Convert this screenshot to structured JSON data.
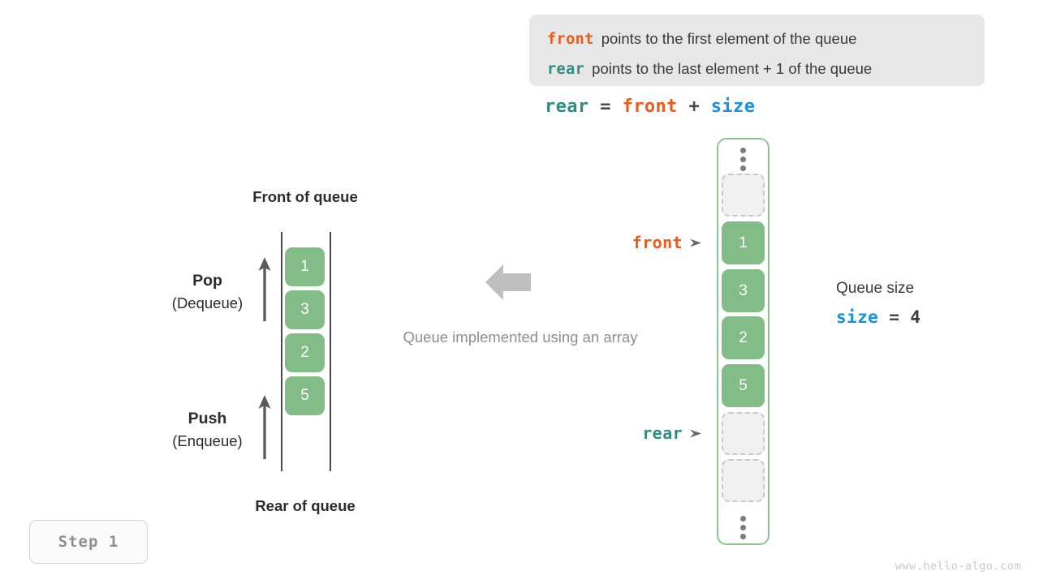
{
  "legend": {
    "lines": [
      {
        "keyword": "front",
        "keyword_color": "#ec5b18",
        "text": "points to the first element of the queue"
      },
      {
        "keyword": "rear",
        "keyword_color": "#2f8c83",
        "text": "points to the last element + 1 of the queue"
      }
    ]
  },
  "formula": {
    "lhs": "rear",
    "eq": "=",
    "rhs1": "front",
    "plus": "+",
    "rhs2": "size"
  },
  "left_queue": {
    "top_label": "Front of queue",
    "bottom_label": "Rear of queue",
    "pop": {
      "title": "Pop",
      "subtitle": "(Dequeue)"
    },
    "push": {
      "title": "Push",
      "subtitle": "(Enqueue)"
    },
    "cells": [
      "1",
      "3",
      "2",
      "5"
    ]
  },
  "center": {
    "caption": "Queue implemented using an array",
    "arrow_direction": "left"
  },
  "array": {
    "ellipsis_top": "⋮",
    "ellipsis_bottom": "⋮",
    "slots": [
      {
        "value": "",
        "state": "empty"
      },
      {
        "value": "1",
        "state": "filled"
      },
      {
        "value": "3",
        "state": "filled"
      },
      {
        "value": "2",
        "state": "filled"
      },
      {
        "value": "5",
        "state": "filled"
      },
      {
        "value": "",
        "state": "empty"
      },
      {
        "value": "",
        "state": "empty"
      }
    ],
    "pointers": {
      "front": {
        "label": "front",
        "color": "#ec5b18",
        "marker": "➤"
      },
      "rear": {
        "label": "rear",
        "color": "#2f8c83",
        "marker": "➤"
      }
    }
  },
  "size_info": {
    "title": "Queue size",
    "var": "size",
    "eq": "=",
    "value": "4"
  },
  "step_badge": {
    "label": "Step 1"
  },
  "watermark": {
    "text": "www.hello-algo.com"
  },
  "colors": {
    "filled_cell": "#82bd87",
    "container_border": "#8cc68f",
    "empty_cell_bg": "#f0f0f0",
    "empty_cell_border": "#c9c9c9",
    "front": "#ec5b18",
    "rear": "#2f8c83",
    "size": "#1a8fe3",
    "muted_text": "#8e8e8e",
    "legend_bg": "#e7e7e7",
    "rail": "#4a4a4a"
  }
}
